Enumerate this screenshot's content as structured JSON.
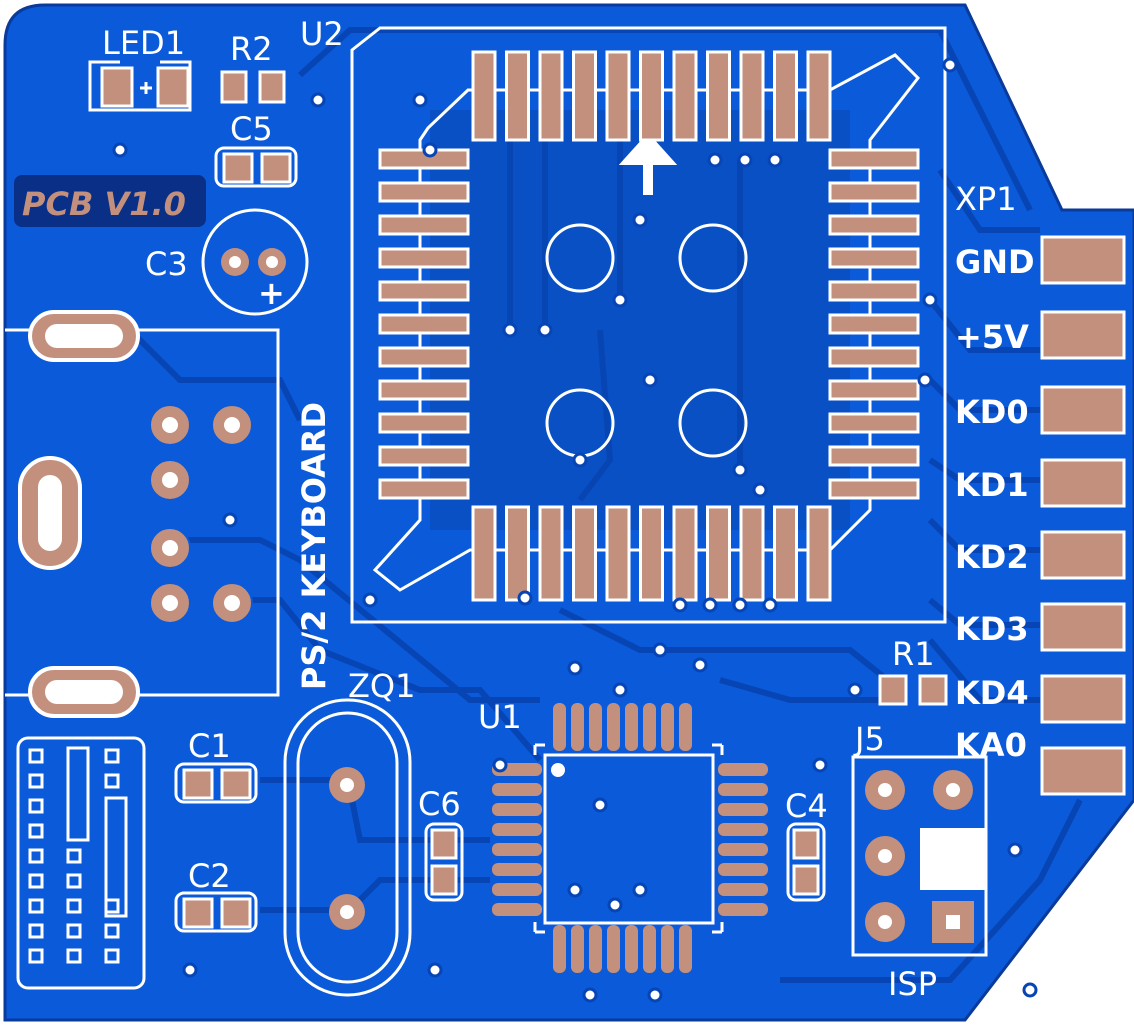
{
  "board": {
    "version_label": "PCB V1.0",
    "colors": {
      "board": "#0b5ad9",
      "trace": "#0745b5",
      "pad": "#c2907d",
      "silk": "#ffffff",
      "label_bg": "#0a2f86"
    }
  },
  "designators": {
    "led1": "LED1",
    "r2": "R2",
    "u2": "U2",
    "c5": "C5",
    "c3": "C3",
    "xp1": "XP1",
    "zq1": "ZQ1",
    "u1": "U1",
    "c1": "C1",
    "c2": "C2",
    "c6": "C6",
    "c4": "C4",
    "r1": "R1",
    "j5": "J5",
    "isp": "ISP",
    "ps2": "PS/2 KEYBOARD",
    "c3_polarity": "+"
  },
  "connector_pins": [
    "GND",
    "+5V",
    "KD0",
    "KD1",
    "KD2",
    "KD3",
    "KD4",
    "KA0"
  ]
}
